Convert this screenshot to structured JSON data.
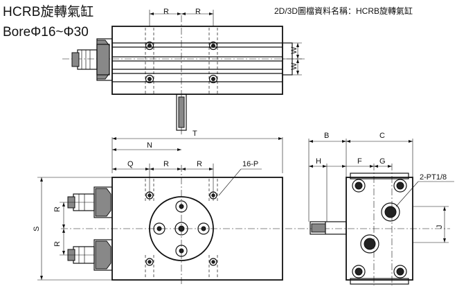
{
  "title": "HCRB旋轉氣缸",
  "bore_range": "BoreΦ16~Φ30",
  "file_name": "2D/3D圖檔資料名稱：HCRB旋轉氣缸",
  "dimensions": {
    "r": "R",
    "w": "W",
    "t": "T",
    "n": "N",
    "q": "Q",
    "s": "S",
    "b": "B",
    "c": "C",
    "h": "H",
    "f": "F",
    "g": "G",
    "j": "J",
    "holes": "16-P",
    "ports": "2-PT1/8"
  }
}
